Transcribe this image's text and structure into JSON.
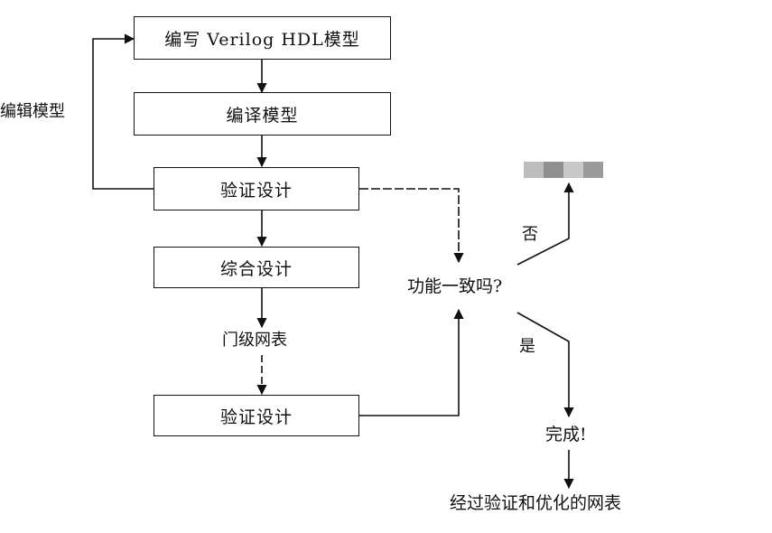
{
  "boxes": {
    "write": "编写 Verilog HDL模型",
    "compile": "编译模型",
    "verify_top": "验证设计",
    "synth": "综合设计",
    "verify_bottom": "验证设计"
  },
  "labels": {
    "edit": "编辑模型",
    "netlist": "门级网表",
    "question": "功能一致吗?",
    "no": "否",
    "yes": "是",
    "done": "完成!",
    "result": "经过验证和优化的网表"
  },
  "colors": {
    "stroke": "#111111",
    "redacted": [
      "#bdbdbd",
      "#8f8f8f",
      "#c8c8c8",
      "#9a9a9a"
    ]
  }
}
